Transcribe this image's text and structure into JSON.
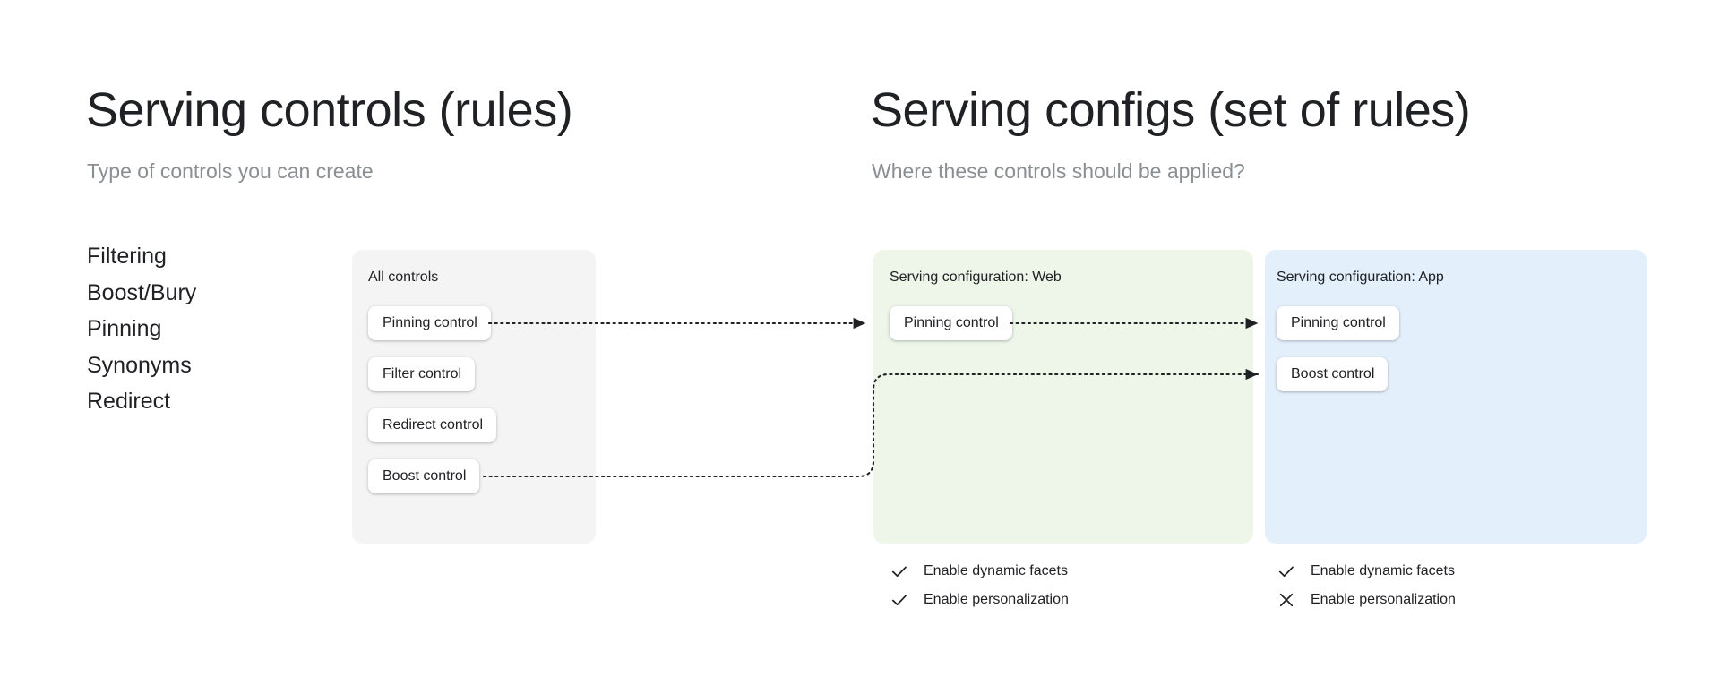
{
  "columns": {
    "left": {
      "title": "Serving controls (rules)",
      "subtitle": "Type of controls you can create"
    },
    "right": {
      "title": "Serving configs (set of rules)",
      "subtitle": "Where these controls should be applied?"
    }
  },
  "control_types": [
    {
      "label": "Filtering"
    },
    {
      "label": "Boost/Bury"
    },
    {
      "label": "Pinning"
    },
    {
      "label": "Synonyms"
    },
    {
      "label": "Redirect"
    }
  ],
  "panels": {
    "all_controls": {
      "label": "All controls",
      "color": "#f4f4f4",
      "chips": [
        {
          "label": "Pinning control"
        },
        {
          "label": "Filter control"
        },
        {
          "label": "Redirect control"
        },
        {
          "label": "Boost control"
        }
      ]
    },
    "serving_config_web": {
      "label": "Serving configuration: Web",
      "color": "#eef5e9",
      "chips": [
        {
          "label": "Pinning control"
        }
      ],
      "options": [
        {
          "icon": "check-icon",
          "label": "Enable dynamic facets",
          "enabled": true
        },
        {
          "icon": "check-icon",
          "label": "Enable personalization",
          "enabled": true
        }
      ]
    },
    "serving_config_app": {
      "label": "Serving configuration: App",
      "color": "#e3effb",
      "chips": [
        {
          "label": "Pinning control"
        },
        {
          "label": "Boost control"
        }
      ],
      "options": [
        {
          "icon": "check-icon",
          "label": "Enable dynamic facets",
          "enabled": true
        },
        {
          "icon": "close-icon",
          "label": "Enable personalization",
          "enabled": false
        }
      ]
    }
  },
  "connectors": [
    {
      "from": "all-controls-chip-pinning-control",
      "to": "web-chip-pinning-control",
      "style": "dotted-arrow"
    },
    {
      "from": "web-chip-pinning-control",
      "to": "app-chip-pinning-control",
      "style": "dotted-arrow"
    },
    {
      "from": "all-controls-chip-boost-control",
      "to": "app-chip-boost-control",
      "style": "dotted-arrow"
    }
  ],
  "theme": {
    "text_primary": "#202124",
    "text_secondary": "#8a8f94",
    "connector": "#202124",
    "chip_background": "#ffffff",
    "page_background": "#ffffff"
  }
}
